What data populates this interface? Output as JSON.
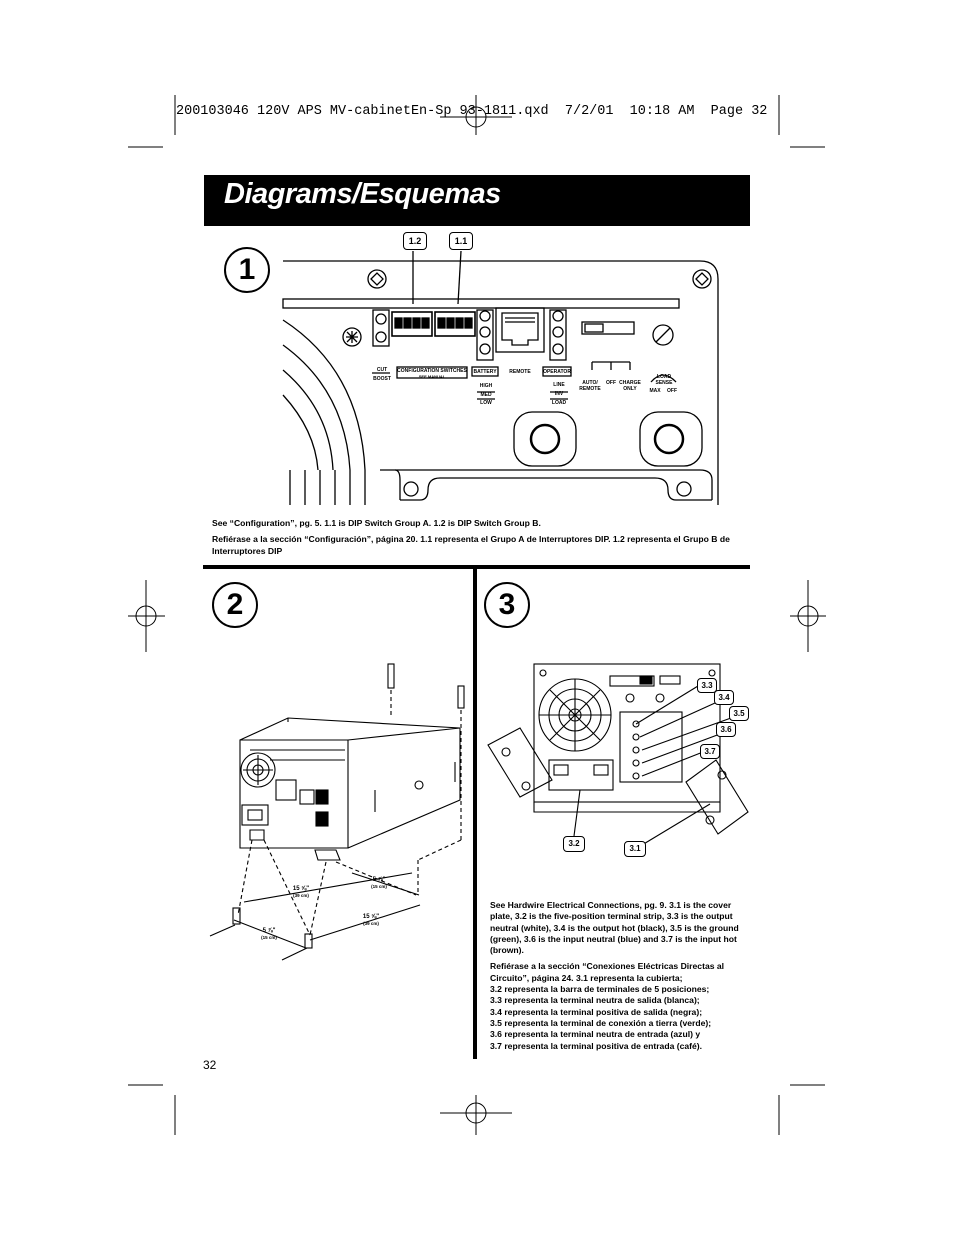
{
  "header": {
    "slug_line": "200103046 120V APS MV-cabinetEn-Sp 93-1811.qxd  7/2/01  10:18 AM  Page 32",
    "title": "Diagrams/Esquemas"
  },
  "diagram1": {
    "number": "1",
    "callouts": [
      "1.2",
      "1.1"
    ],
    "panel_labels": {
      "cut_boost_top": "CUT",
      "cut_boost_bottom": "BOOST",
      "config": "CONFIGURATION SWITCHES",
      "config_sub": "SEE MANUAL",
      "battery": "BATTERY",
      "remote": "REMOTE",
      "operator": "OPERATOR",
      "high": "HIGH",
      "med": "MED",
      "low": "LOW",
      "line": "LINE",
      "inv": "INV",
      "load": "LOAD",
      "auto_remote": "AUTO/ REMOTE",
      "off": "OFF",
      "charge_only": "CHARGE ONLY",
      "load_sense": "LOAD SENSE",
      "max": "MAX",
      "off2": "OFF"
    },
    "caption_en": "See “Configuration”, pg. 5.  1.1 is DIP Switch Group A. 1.2 is DIP Switch Group B.",
    "caption_es": "Refiérase a la sección “Configuración”, página 20. 1.1 representa el Grupo A de Interruptores DIP.  1.2 representa el Grupo B de Interruptores DIP"
  },
  "diagram2": {
    "number": "2",
    "dims": {
      "d1": "15 ⅝\"",
      "d1_cm": "(39 cm)",
      "d2": "5 ⅞\"",
      "d2_cm": "(15 cm)",
      "d3": "15 ⅝\"",
      "d3_cm": "(39 cm)",
      "d4": "5 ⅞\"",
      "d4_cm": "(15 cm)"
    }
  },
  "diagram3": {
    "number": "3",
    "callouts": [
      "3.3",
      "3.4",
      "3.5",
      "3.6",
      "3.7",
      "3.2",
      "3.1"
    ],
    "caption_en": "See Hardwire Electrical Connections, pg. 9. 3.1 is the cover plate, 3.2 is the five-position terminal strip, 3.3 is the output neutral (white), 3.4 is the output hot (black), 3.5 is the ground (green), 3.6 is the input neutral (blue) and 3.7 is the input hot (brown).",
    "caption_es_lines": [
      "Refiérase a la sección “Conexiones Eléctricas Directas al Circuito”, página 24. 3.1 representa la cubierta;",
      "3.2 representa la barra de terminales de 5 posiciones;",
      "3.3 representa la terminal neutra de salida (blanca);",
      "3.4 representa la terminal positiva de salida (negra);",
      "3.5 representa la terminal de conexión a tierra (verde);",
      "3.6 representa la terminal neutra de entrada (azul) y",
      "3.7 representa la terminal positiva de entrada (café)."
    ]
  },
  "footer": {
    "page_number": "32"
  }
}
